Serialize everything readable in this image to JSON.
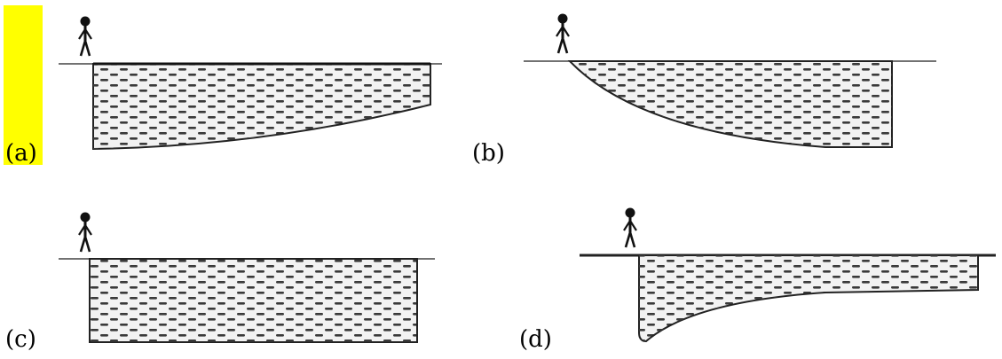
{
  "panels": [
    {
      "id": "a",
      "label": "(a)",
      "highlighted": true
    },
    {
      "id": "b",
      "label": "(b)",
      "highlighted": false
    },
    {
      "id": "c",
      "label": "(c)",
      "highlighted": false
    },
    {
      "id": "d",
      "label": "(d)",
      "highlighted": false
    }
  ],
  "colors": {
    "highlight": "#ffff00",
    "water_fill": "#f4f4f4",
    "dash": "#404040",
    "outline": "#222222",
    "ground": "#333333"
  }
}
